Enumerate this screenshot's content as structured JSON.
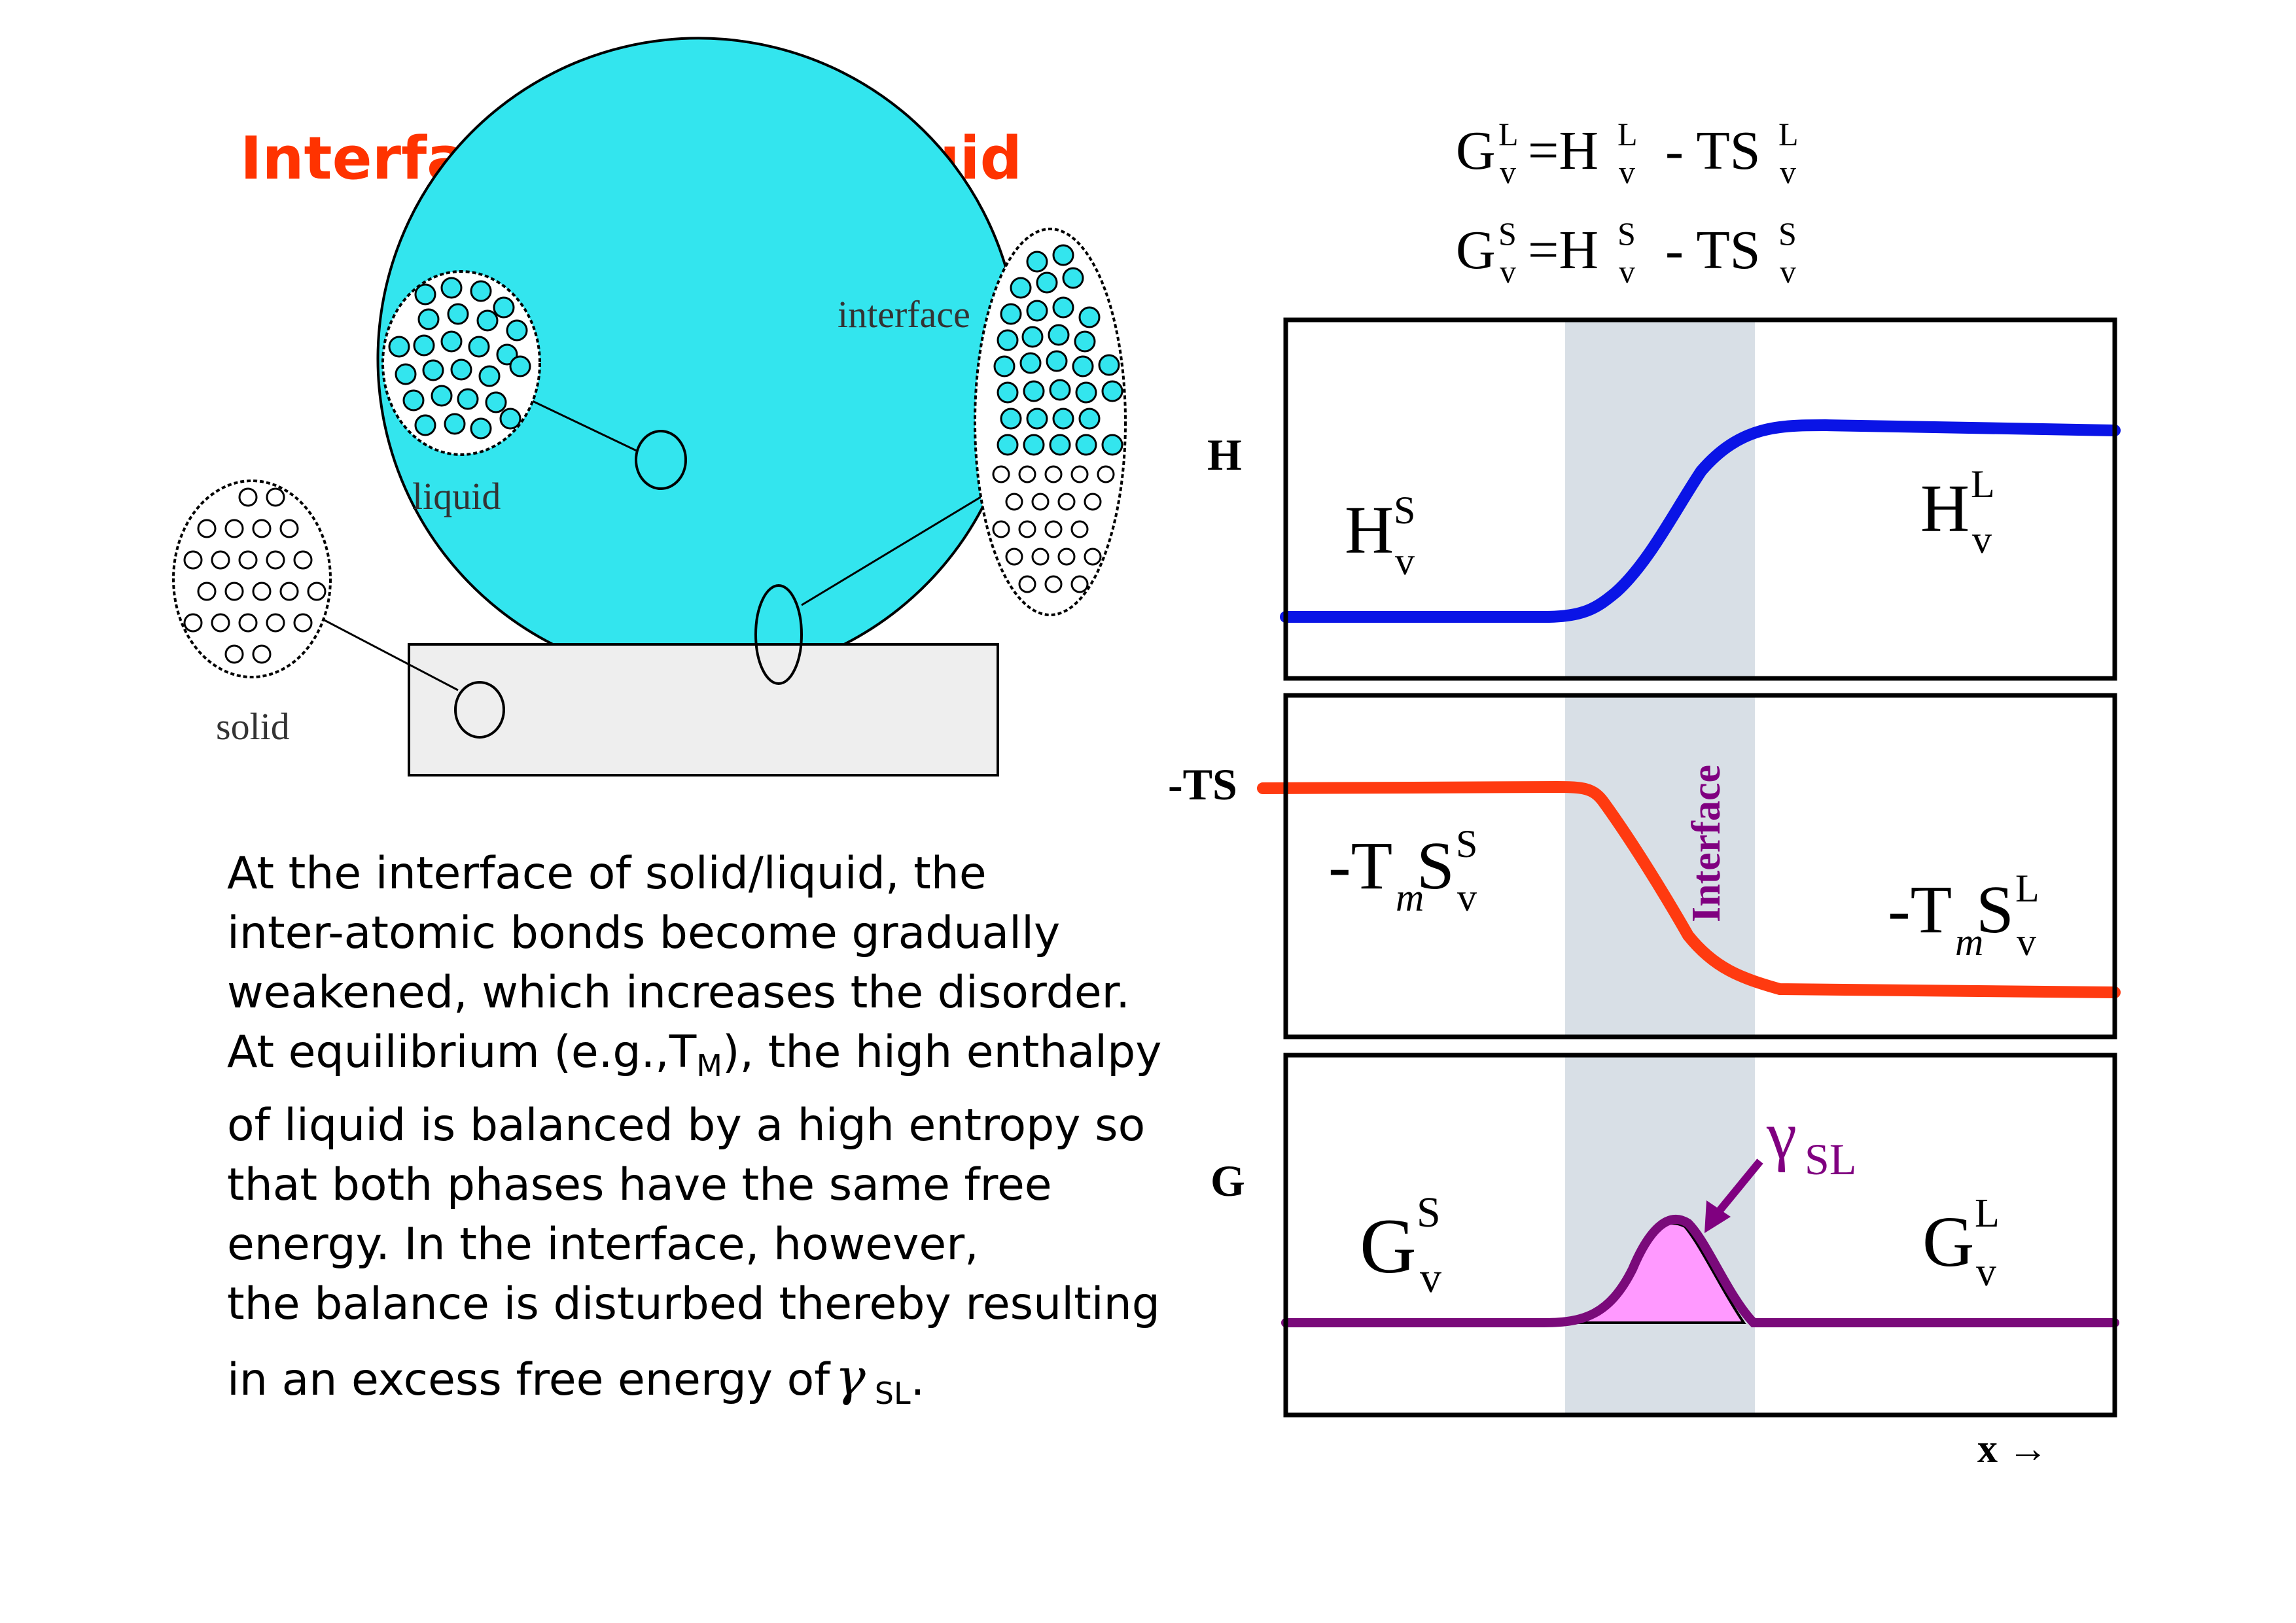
{
  "title": "Interface of Solid/liquid",
  "sketch": {
    "interface_label": "interface",
    "liquid_label": "liquid",
    "solid_label": "solid",
    "colors": {
      "liquid": "#33e5ee",
      "substrate": "#eeeeee"
    }
  },
  "paragraph": {
    "line1": "At the interface of solid/liquid, the",
    "line2": "inter-atomic bonds become gradually",
    "line3": "weakened, which increases the disorder.",
    "line4_pre": "At equilibrium (e.g.,T",
    "line4_sub": "M",
    "line4_post": "), the high enthalpy",
    "line5": "of liquid is balanced by a high entropy so",
    "line6": "that both phases have the same free",
    "line7": "energy. In the interface, however,",
    "line8": "the balance is disturbed thereby resulting",
    "line9_pre": "in an excess free energy of",
    "line9_symbol": "γ",
    "line9_sub": "SL",
    "line9_end": "."
  },
  "equations": {
    "eq1": {
      "g": "G",
      "g_sup": "L",
      "g_sub": "v",
      "eq": "=",
      "h": "H",
      "h_sup": "L",
      "h_sub": "v",
      "minus": "- TS",
      "s_sup": "L",
      "s_sub": "v"
    },
    "eq2": {
      "g": "G",
      "g_sup": "S",
      "g_sub": "v",
      "eq": "=",
      "h": "H",
      "h_sup": "S",
      "h_sub": "v",
      "minus": "- TS",
      "s_sup": "S",
      "s_sub": "v"
    }
  },
  "plots": {
    "axis_H": "H",
    "axis_TS": "-TS",
    "axis_G": "G",
    "x_axis": "x →",
    "interface_label": "Interface",
    "h_solid": {
      "base": "H",
      "sup": "S",
      "sub": "v"
    },
    "h_liquid": {
      "base": "H",
      "sup": "L",
      "sub": "v"
    },
    "ts_solid": {
      "base": "-T",
      "sub_m": "m",
      "s": "S",
      "sup": "S",
      "sub": "v"
    },
    "ts_liquid": {
      "base": "-T",
      "sub_m": "m",
      "s": "S",
      "sup": "L",
      "sub": "v"
    },
    "g_solid": {
      "base": "G",
      "sup": "S",
      "sub": "v"
    },
    "g_liquid": {
      "base": "G",
      "sup": "L",
      "sub": "v"
    },
    "gamma": {
      "symbol": "γ",
      "sub": "SL"
    },
    "colors": {
      "H": "#0a14e6",
      "TS": "#ff3a10",
      "G": "#7a0a7a",
      "excess": "#ff99ff",
      "band": "#d8dfe6",
      "gamma": "#800080"
    }
  }
}
